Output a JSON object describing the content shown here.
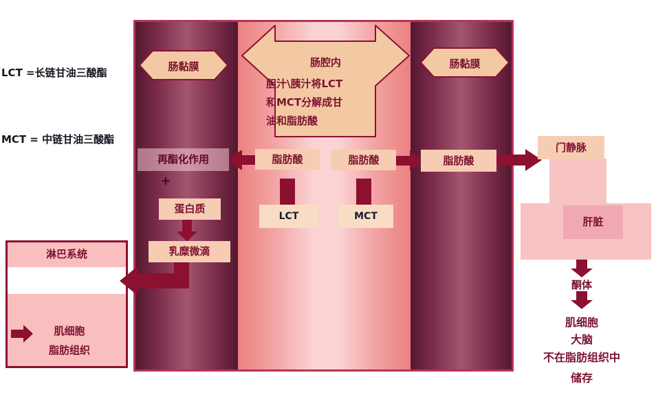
{
  "colors": {
    "arrow_dark_red": "#8c1030",
    "column_maroon": "#551730",
    "lumen_pink": "#ec8181",
    "peach": "#f6cdb3",
    "light_pink": "#f7c3c3",
    "border_crimson": "#b23458",
    "text_maroon": "#7c1230"
  },
  "definitions": {
    "lct": "LCT =长链甘油三酸酯",
    "mct": "MCT = 中链甘油三酸酯"
  },
  "lumen": {
    "title": "肠腔内",
    "description_line1": "胆汁\\胰汁将LCT",
    "description_line2": "和MCT分解成甘",
    "description_line3": "油和脂肪酸"
  },
  "mucosa": {
    "left": "肠黏膜",
    "right": "肠黏膜"
  },
  "left_column": {
    "reesterification": "再酯化作用",
    "plus": "+",
    "protein": "蛋白质",
    "chylomicron": "乳糜微滴"
  },
  "center_column": {
    "fatty_acid_left": "脂肪酸",
    "fatty_acid_right": "脂肪酸",
    "lct_box": "LCT",
    "mct_box": "MCT"
  },
  "right_column": {
    "fatty_acid": "脂肪酸"
  },
  "lymph_system": {
    "title": "淋巴系统",
    "muscle": "肌细胞",
    "adipose": "脂肪组织"
  },
  "portal_path": {
    "portal_vein": "门静脉",
    "liver": "肝脏",
    "ketone": "酮体",
    "muscle": "肌细胞",
    "brain": "大脑",
    "not_in_adipose": "不在脂肪组织中",
    "storage": "储存"
  }
}
